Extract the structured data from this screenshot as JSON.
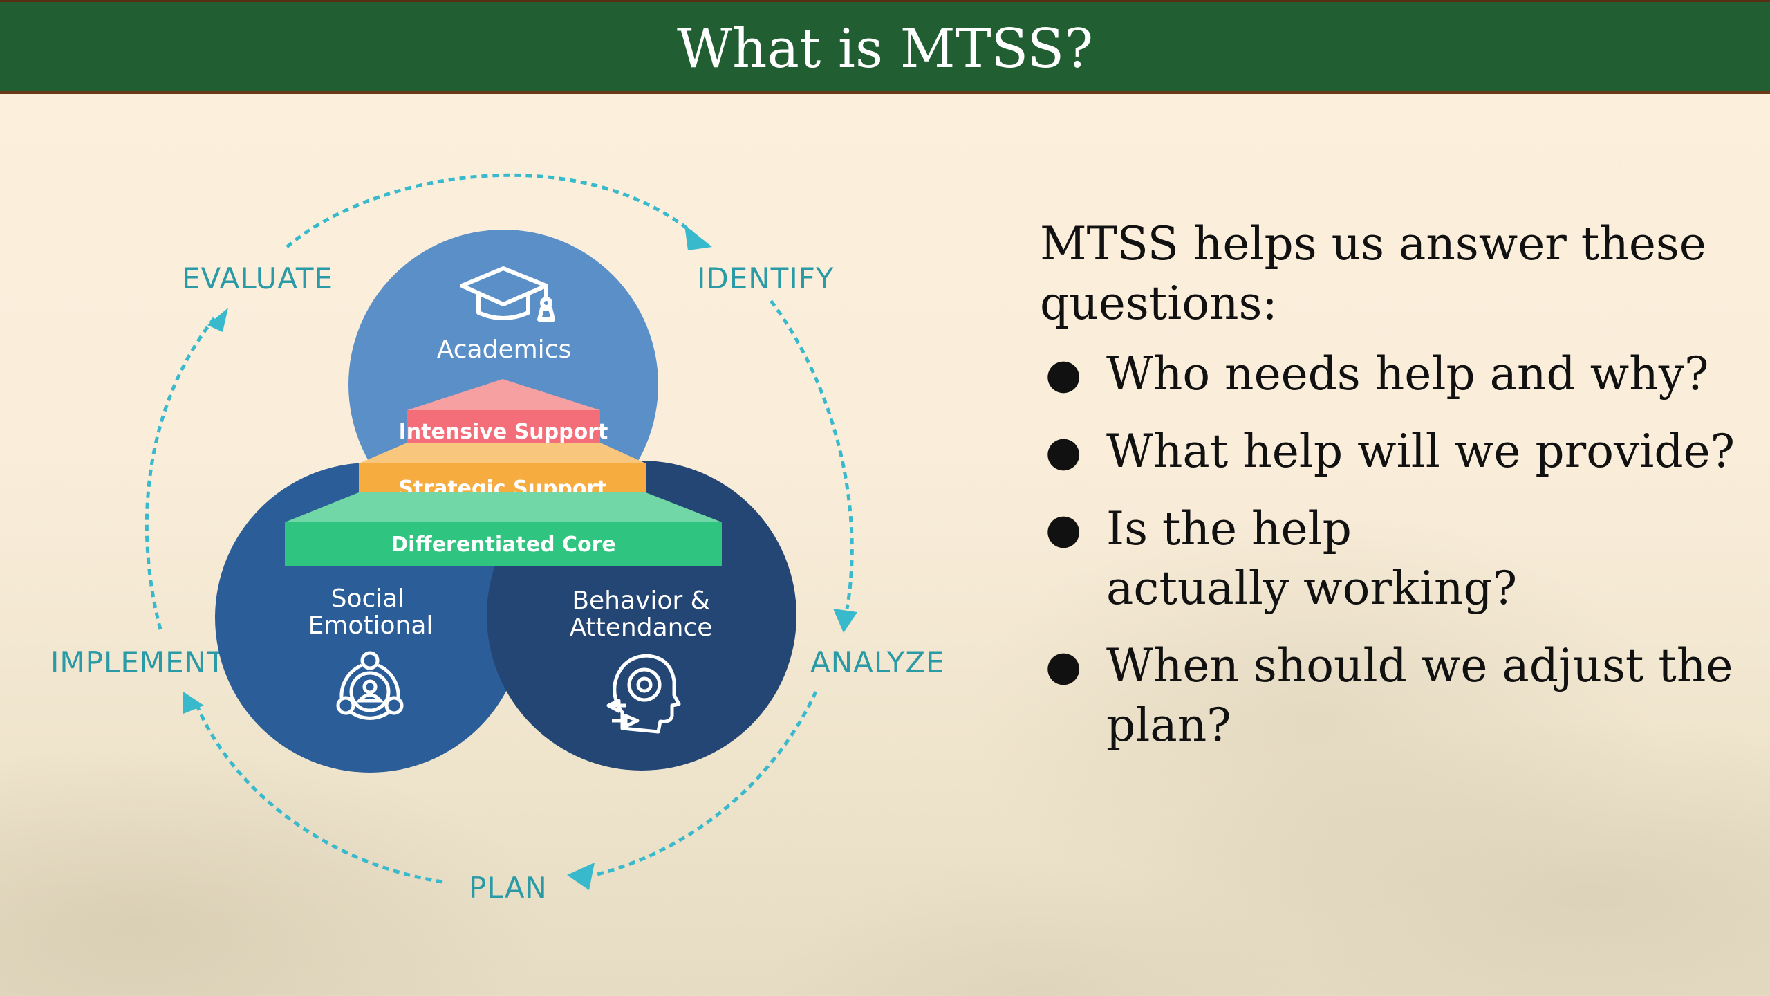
{
  "header": {
    "title": "What is MTSS?"
  },
  "diagram": {
    "cycle": {
      "color": "#2a9aa6",
      "arrow_color": "#39b9cc",
      "steps": [
        "IDENTIFY",
        "ANALYZE",
        "PLAN",
        "IMPLEMENT",
        "EVALUATE"
      ]
    },
    "domains": [
      {
        "label": "Academics",
        "icon": "graduation-cap-icon",
        "color": "#5b8fc8"
      },
      {
        "label_lines": [
          "Social",
          "Emotional"
        ],
        "icon": "person-network-icon",
        "color": "#2b5d98"
      },
      {
        "label_lines": [
          "Behavior &",
          "Attendance"
        ],
        "icon": "head-gear-icon",
        "color": "#234675"
      }
    ],
    "tiers": [
      {
        "label": "Intensive Support",
        "color": "#f36e78",
        "top_color": "#f7a0a2"
      },
      {
        "label": "Strategic Support",
        "color": "#f7ac40",
        "top_color": "#f9c67e"
      },
      {
        "label": "Differentiated Core",
        "color": "#2fc47f",
        "top_color": "#72d7a6"
      }
    ]
  },
  "content": {
    "intro": "MTSS helps us answer these questions:",
    "questions": [
      "Who needs help and why?",
      "What help will we provide?",
      "Is the help actually working?",
      "When should we adjust the plan?"
    ],
    "bullet": "●"
  }
}
